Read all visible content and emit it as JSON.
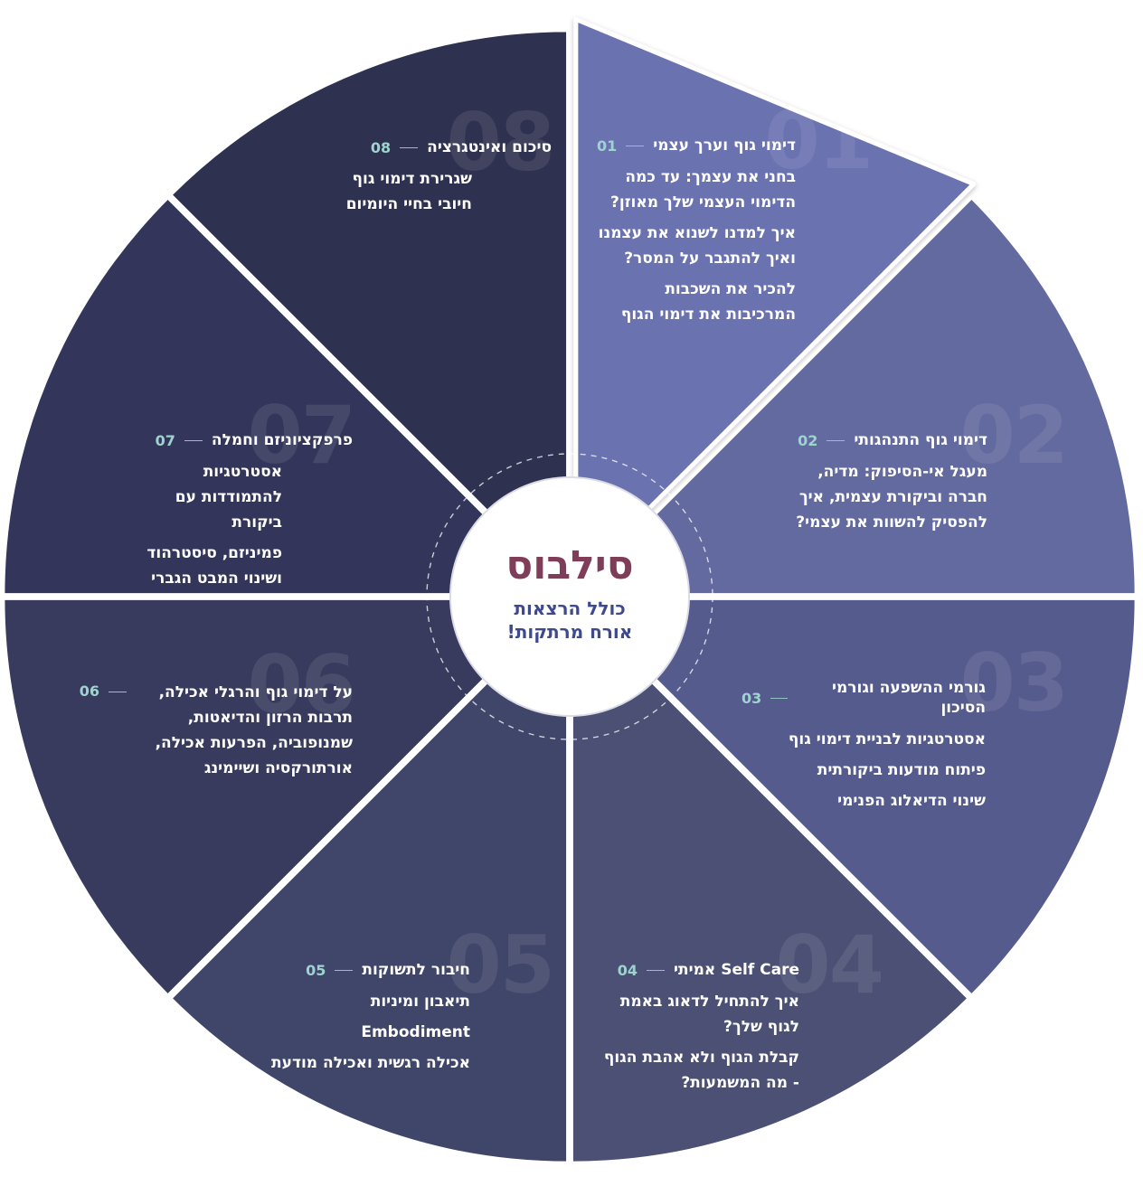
{
  "center": {
    "title": "סילבוס",
    "subtitle_line1": "כולל הרצאות",
    "subtitle_line2": "אורח מרתקות!"
  },
  "colors": {
    "seg01": "#6a72b0",
    "seg02": "#626a9f",
    "seg03": "#555b8d",
    "seg04": "#4b5074",
    "seg05": "#404669",
    "seg06": "#393b5e",
    "seg07": "#33365a",
    "seg08": "#2f3150",
    "number_accent": "#9ed3cf",
    "center_title": "#7f3d5a",
    "center_subtitle": "#3e4a8d"
  },
  "segments": [
    {
      "num": "01",
      "big": "01",
      "title": "דימוי גוף וערך עצמי",
      "items": [
        "בחני את עצמך: עד כמה הדימוי העצמי שלך מאוזן?",
        "איך למדנו לשנוא את עצמנו ואיך להתגבר על המסר?",
        "להכיר את השכבות המרכיבות את דימוי הגוף"
      ]
    },
    {
      "num": "02",
      "big": "02",
      "title": "דימוי גוף התנהגותי",
      "items": [
        "מעגל אי-הסיפוק: מדיה, חברה וביקורת עצמית, איך להפסיק להשוות את עצמי?"
      ]
    },
    {
      "num": "03",
      "big": "03",
      "title": "גורמי ההשפעה וגורמי הסיכון",
      "items": [
        "אסטרטגיות לבניית דימוי גוף",
        "פיתוח מודעות ביקורתית",
        "שינוי הדיאלוג הפנימי"
      ]
    },
    {
      "num": "04",
      "big": "04",
      "title": "Self Care אמיתי",
      "items": [
        "איך להתחיל לדאוג באמת לגוף שלך?",
        "קבלת הגוף ולא אהבת הגוף - מה המשמעות?"
      ]
    },
    {
      "num": "05",
      "big": "05",
      "title": "חיבור לתשוקות",
      "items": [
        "תיאבון ומיניות",
        "Embodiment",
        "אכילה רגשית ואכילה מודעת"
      ]
    },
    {
      "num": "06",
      "big": "06",
      "title": "על דימוי גוף והרגלי אכילה, תרבות הרזון והדיאטות, שמנופוביה, הפרעות אכילה, אורתורקסיה ושיימינג",
      "items": []
    },
    {
      "num": "07",
      "big": "07",
      "title": "פרפקציוניזם וחמלה",
      "items": [
        "אסטרטגיות להתמודדות עם ביקורת",
        "פמיניזם, סיסטרהוד ושינוי המבט הגברי"
      ]
    },
    {
      "num": "08",
      "big": "08",
      "title": "סיכום ואינטגרציה",
      "items": [
        "שגרירת דימוי גוף חיובי בחיי היומיום"
      ]
    }
  ]
}
